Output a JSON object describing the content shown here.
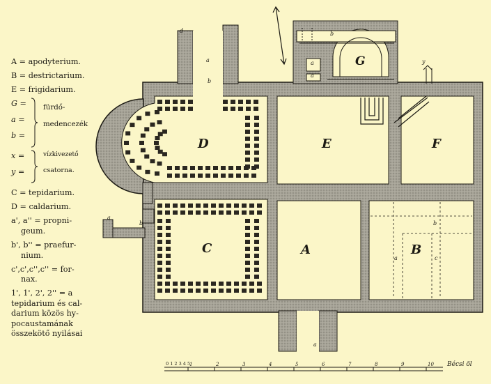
{
  "legend": {
    "A": "A = apodyterium.",
    "B": "B = destrictarium.",
    "E": "E = frigidarium.",
    "pool_letters": [
      "G =",
      "a =",
      "b ="
    ],
    "pool_text_1": "fürdő-",
    "pool_text_2": "medencezék",
    "drain_letters": [
      "x =",
      "y ="
    ],
    "drain_text_1": "vízkivezető",
    "drain_text_2": "csatorna.",
    "C": "C = tepidarium.",
    "D": "D = caldarium.",
    "a_line1": "a', a'' = propni-",
    "a_line2": "geum.",
    "b_line1": "b', b'' = praefur-",
    "b_line2": "nium.",
    "c_line1": "c',c',c'',c'' = for-",
    "c_line2": "nax.",
    "n_line1": "1', 1', 2', 2'' = a",
    "n_line2": "tepidarium és cal-",
    "n_line3": "darium közös hy-",
    "n_line4": "pocaustamának",
    "n_line5": "összekötő nyilásai"
  },
  "rooms": {
    "D": "D",
    "E": "E",
    "F": "F",
    "G": "G",
    "C": "C",
    "A": "A",
    "B": "B"
  },
  "small_labels": {
    "a_top": "a",
    "b_top": "b",
    "d_top": "d",
    "b_G": "b",
    "a_G1": "a",
    "a_G2": "a",
    "y_right": "y",
    "a_left": "a",
    "b_left": "b",
    "a_bottom": "a",
    "b_B": "b",
    "a_B": "a",
    "c_B": "c"
  },
  "scale": {
    "ticks": [
      "1",
      "2",
      "3",
      "4",
      "5",
      "6",
      "7",
      "8",
      "9",
      "10"
    ],
    "start": "0 1 2 3 4 5",
    "caption": "Bécsi öl"
  },
  "colors": {
    "paper": "#fbf6c8",
    "wall": "#9f9c92",
    "ink": "#1c1a14"
  }
}
